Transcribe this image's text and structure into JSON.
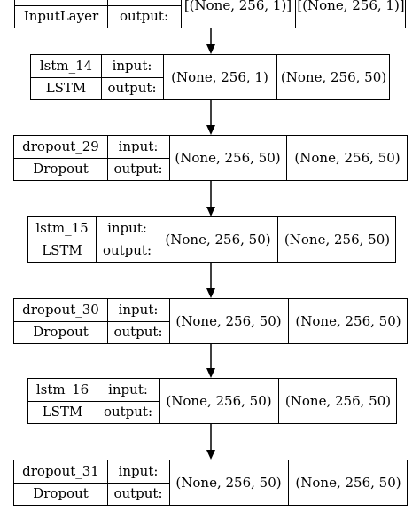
{
  "nodes": [
    {
      "name": "",
      "type": "InputLayer",
      "in_label": "",
      "out_label": "output:",
      "in_shape": "[(None, 256, 1)]",
      "out_shape": "[(None, 256, 1)]"
    },
    {
      "name": "lstm_14",
      "type": "LSTM",
      "in_label": "input:",
      "out_label": "output:",
      "in_shape": "(None, 256, 1)",
      "out_shape": "(None, 256, 50)"
    },
    {
      "name": "dropout_29",
      "type": "Dropout",
      "in_label": "input:",
      "out_label": "output:",
      "in_shape": "(None, 256, 50)",
      "out_shape": "(None, 256, 50)"
    },
    {
      "name": "lstm_15",
      "type": "LSTM",
      "in_label": "input:",
      "out_label": "output:",
      "in_shape": "(None, 256, 50)",
      "out_shape": "(None, 256, 50)"
    },
    {
      "name": "dropout_30",
      "type": "Dropout",
      "in_label": "input:",
      "out_label": "output:",
      "in_shape": "(None, 256, 50)",
      "out_shape": "(None, 256, 50)"
    },
    {
      "name": "lstm_16",
      "type": "LSTM",
      "in_label": "input:",
      "out_label": "output:",
      "in_shape": "(None, 256, 50)",
      "out_shape": "(None, 256, 50)"
    },
    {
      "name": "dropout_31",
      "type": "Dropout",
      "in_label": "input:",
      "out_label": "output:",
      "in_shape": "(None, 256, 50)",
      "out_shape": "(None, 256, 50)"
    }
  ],
  "colors": {
    "line": "#000000",
    "background": "#ffffff"
  }
}
